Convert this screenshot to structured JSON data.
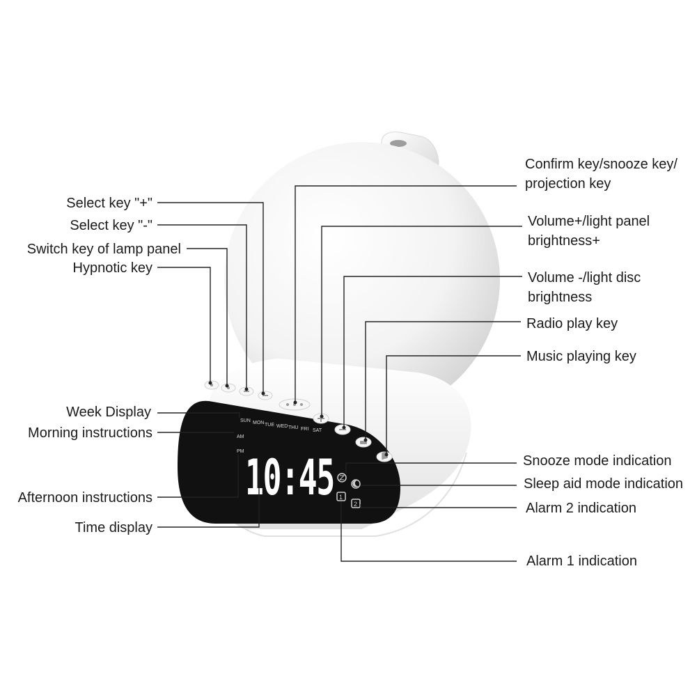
{
  "labels": {
    "select_plus": "Select key \"+\"",
    "select_minus": "Select key \"-\"",
    "switch_lamp": "Switch key of lamp panel",
    "hypnotic": "Hypnotic key",
    "week_display": "Week Display",
    "morning": "Morning instructions",
    "afternoon": "Afternoon instructions",
    "time_display": "Time display",
    "confirm_line1": "Confirm key/snooze key/",
    "confirm_line2": "projection key",
    "volume_plus_line1": "Volume+/light panel",
    "volume_plus_line2": "brightness+",
    "volume_minus_line1": "Volume -/light disc",
    "volume_minus_line2": "brightness",
    "radio": "Radio play key",
    "music": "Music playing key",
    "snooze_mode": "Snooze mode indication",
    "sleep_aid": "Sleep aid mode indication",
    "alarm2": "Alarm 2 indication",
    "alarm1": "Alarm 1 indication"
  },
  "display": {
    "days": [
      "SUN",
      "MON",
      "TUE",
      "WED",
      "THU",
      "FRI",
      "SAT"
    ],
    "am": "AM",
    "pm": "PM",
    "time": "10:45"
  },
  "colors": {
    "display_bg": "#111111",
    "body": "#ffffff",
    "shade": "#d8d8d8",
    "lead_line": "#222222"
  }
}
